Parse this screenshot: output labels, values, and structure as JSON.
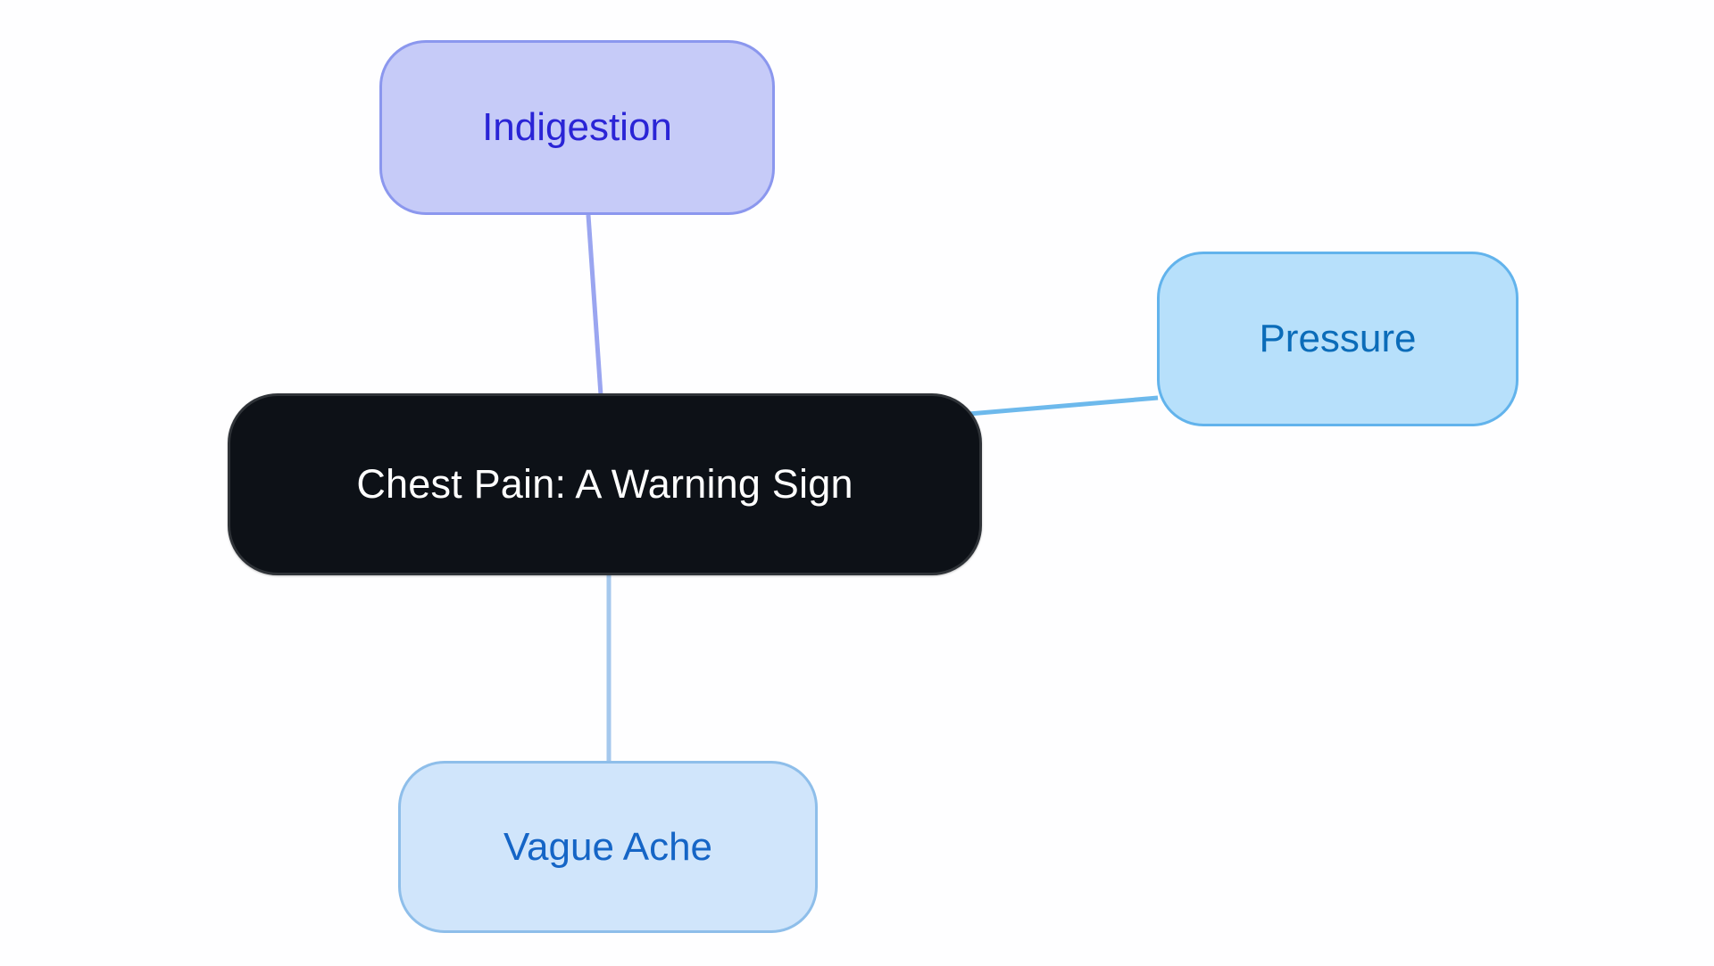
{
  "diagram": {
    "type": "mind-map",
    "background_color": "#fefeff",
    "root": {
      "id": "root",
      "label": "Chest Pain: A Warning Sign",
      "fill": "#0d1117",
      "border": "#2f3338",
      "text_color": "#ffffff"
    },
    "branches": [
      {
        "id": "indigestion",
        "label": "Indigestion",
        "fill": "#c6cbf8",
        "border": "#8b97ee",
        "text_color": "#2a24d6",
        "edge_color": "#9aa5f0",
        "position": "top"
      },
      {
        "id": "pressure",
        "label": "Pressure",
        "fill": "#b7e0fb",
        "border": "#62b3ec",
        "text_color": "#0b6cb9",
        "edge_color": "#6db9ec",
        "position": "right"
      },
      {
        "id": "vague-ache",
        "label": "Vague Ache",
        "fill": "#d0e5fb",
        "border": "#8ebeea",
        "text_color": "#1565c6",
        "edge_color": "#a5c8ed",
        "position": "bottom"
      }
    ],
    "edges": [
      {
        "id": "edge-root-indigestion",
        "from": "root",
        "to": "indigestion",
        "color": "#9aa5f0",
        "width": 4
      },
      {
        "id": "edge-root-pressure",
        "from": "root",
        "to": "pressure",
        "color": "#6db9ec",
        "width": 4
      },
      {
        "id": "edge-root-vague-ache",
        "from": "root",
        "to": "vague-ache",
        "color": "#a5c8ed",
        "width": 4
      }
    ]
  }
}
